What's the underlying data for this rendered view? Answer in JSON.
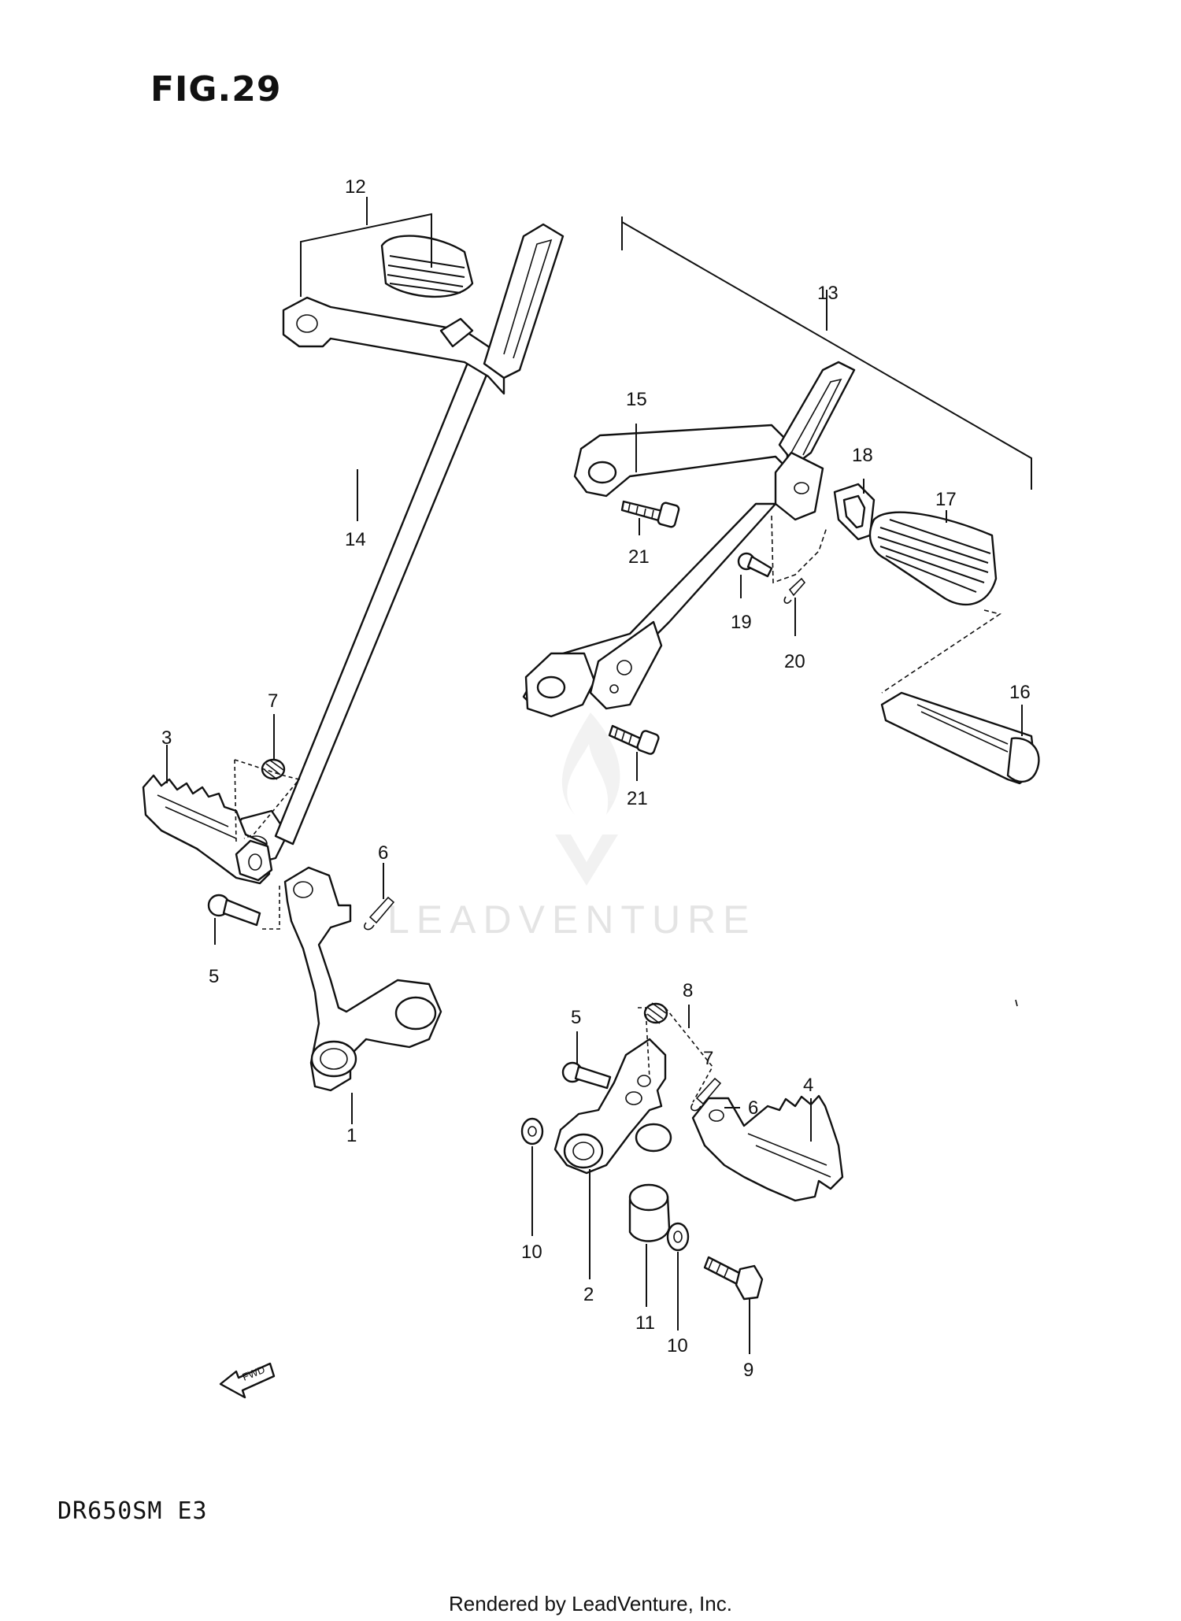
{
  "figure": {
    "title": "FIG.29",
    "model_code": "DR650SM  E3",
    "render_credit": "Rendered by LeadVenture, Inc.",
    "watermark": "LEADVENTURE",
    "fwd_arrow_text": "FWD"
  },
  "callouts": {
    "c1": "1",
    "c2": "2",
    "c3": "3",
    "c4": "4",
    "c5a": "5",
    "c5b": "5",
    "c6a": "6",
    "c6b": "6",
    "c7a": "7",
    "c7b": "7",
    "c8": "8",
    "c9": "9",
    "c10a": "10",
    "c10b": "10",
    "c11": "11",
    "c12": "12",
    "c13": "13",
    "c14": "14",
    "c15": "15",
    "c16": "16",
    "c17": "17",
    "c18": "18",
    "c19": "19",
    "c20": "20",
    "c21a": "21",
    "c21b": "21"
  },
  "colors": {
    "ink": "#111111",
    "watermark": "#cfcfcf",
    "background": "#ffffff"
  }
}
